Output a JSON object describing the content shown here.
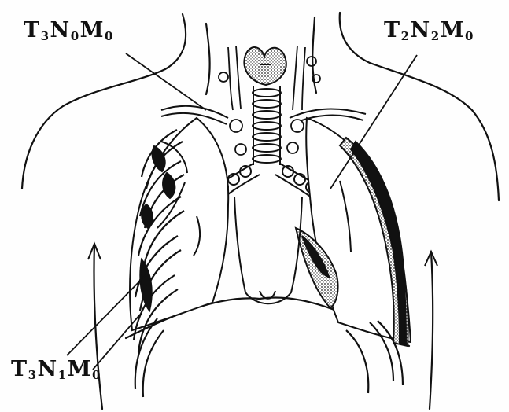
{
  "labels": {
    "top_left": {
      "T": "3",
      "N": "0",
      "M": "0"
    },
    "top_right": {
      "T": "2",
      "N": "2",
      "M": "0"
    },
    "bottom_left": {
      "T": "3",
      "N": "1",
      "M": "0"
    }
  },
  "colors": {
    "ink": "#111111",
    "paper": "#fefefe"
  }
}
